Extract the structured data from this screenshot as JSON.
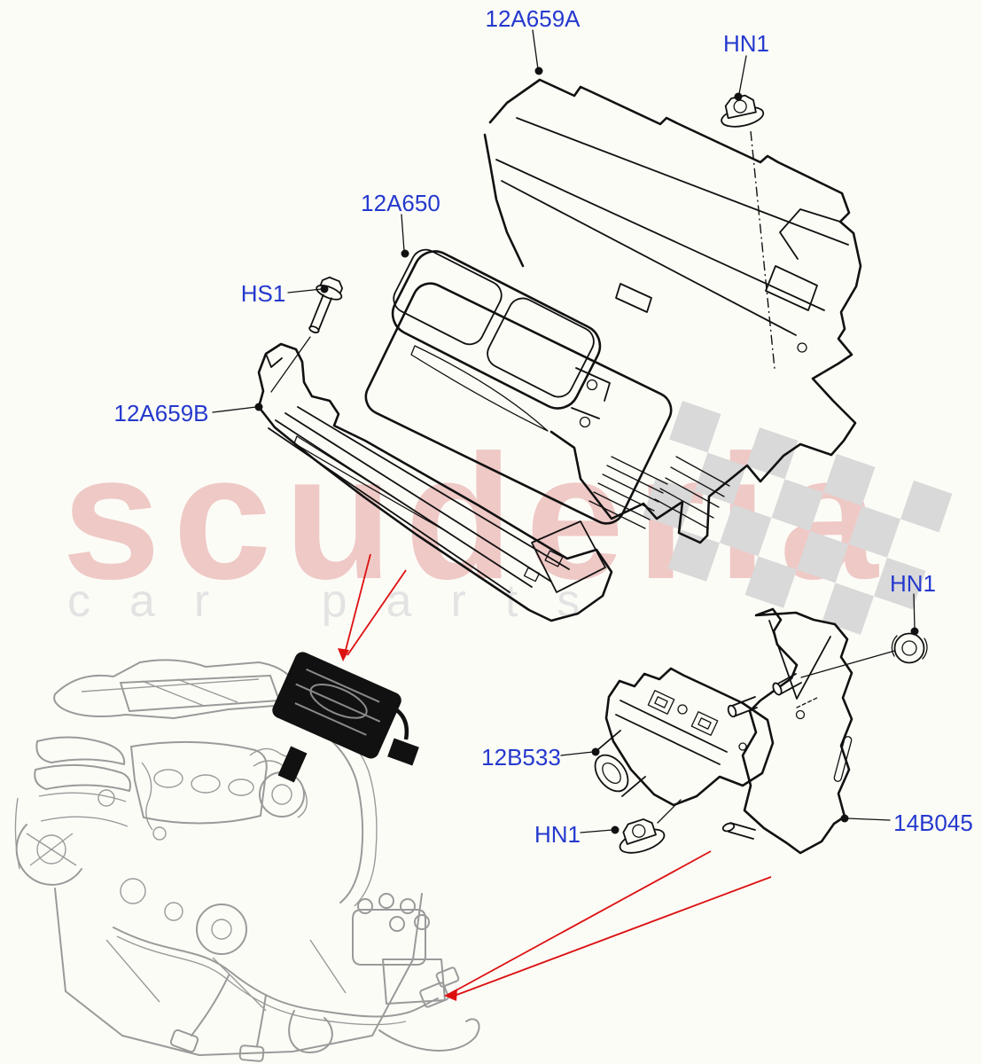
{
  "diagram": {
    "watermark": {
      "brand": "scuderia",
      "tagline": "car parts"
    },
    "callouts": [
      {
        "id": "12A659A",
        "text": "12A659A"
      },
      {
        "id": "HN1-top",
        "text": "HN1"
      },
      {
        "id": "12A650",
        "text": "12A650"
      },
      {
        "id": "HS1",
        "text": "HS1"
      },
      {
        "id": "12A659B",
        "text": "12A659B"
      },
      {
        "id": "HN1-right",
        "text": "HN1"
      },
      {
        "id": "12B533",
        "text": "12B533"
      },
      {
        "id": "HN1-bottom",
        "text": "HN1"
      },
      {
        "id": "14B045",
        "text": "14B045"
      }
    ],
    "colors": {
      "label_blue": "#2439CE",
      "line_black": "#111111",
      "engine_gray": "#9A9A9A",
      "red_accent": "#DD1010",
      "checker_gray": "#D9D9D9",
      "bg": "#FCFCF7"
    }
  }
}
